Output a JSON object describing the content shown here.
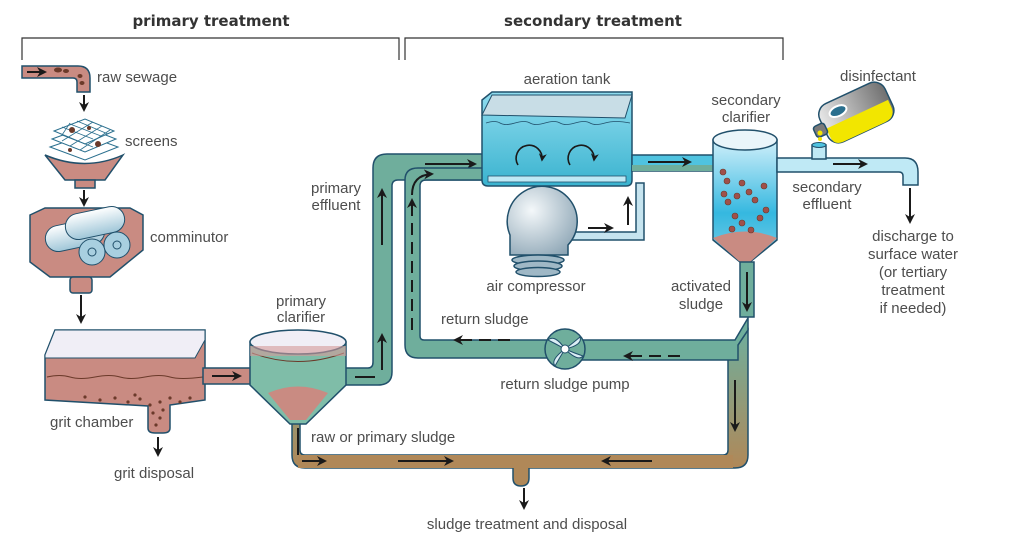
{
  "title": "Wastewater treatment process",
  "sections": {
    "primary": "primary treatment",
    "secondary": "secondary treatment"
  },
  "labels": {
    "raw_sewage": "raw sewage",
    "screens": "screens",
    "comminutor": "comminutor",
    "grit_chamber": "grit chamber",
    "grit_disposal": "grit disposal",
    "primary_clarifier": [
      "primary",
      "clarifier"
    ],
    "primary_effluent": [
      "primary",
      "effluent"
    ],
    "raw_or_primary_sludge": "raw or primary sludge",
    "aeration_tank": "aeration tank",
    "air_compressor": "air compressor",
    "return_sludge": "return sludge",
    "return_sludge_pump": "return sludge pump",
    "secondary_clarifier": [
      "secondary",
      "clarifier"
    ],
    "activated_sludge": [
      "activated",
      "sludge"
    ],
    "disinfectant": "disinfectant",
    "secondary_effluent": [
      "secondary",
      "effluent"
    ],
    "discharge": [
      "discharge to",
      "surface water",
      "(or tertiary",
      "treatment",
      "if needed)"
    ],
    "sludge_treatment": "sludge treatment and disposal"
  },
  "colors": {
    "sewage": "#c98b82",
    "sewage_dark": "#b0685c",
    "effluent_green": "#6fae9c",
    "sludge_brown": "#b08858",
    "water_blue": "#4fc3e0",
    "water_light": "#bfe9f5",
    "disinfectant_yellow": "#f2e600",
    "outline": "#21506b"
  }
}
